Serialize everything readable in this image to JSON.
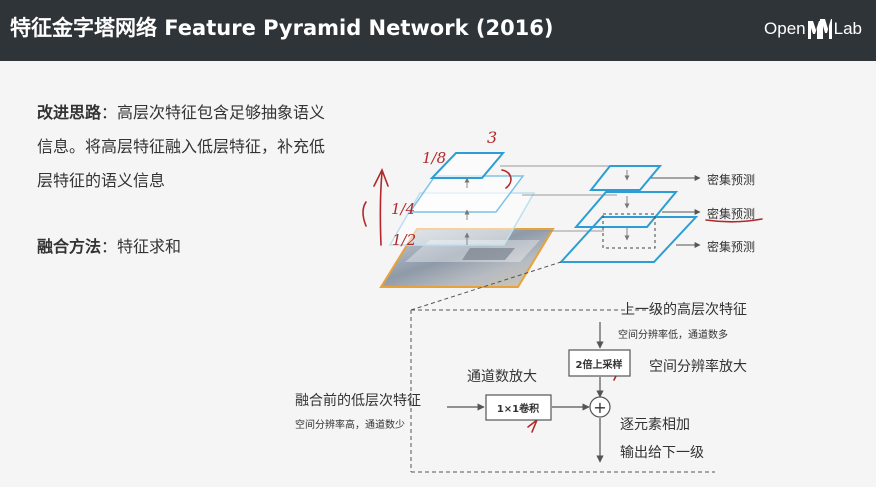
{
  "header": {
    "title": "特征金字塔网络 Feature Pyramid Network (2016)",
    "logo_left": "Open",
    "logo_right": "Lab"
  },
  "left_text": {
    "idea_label": "改进思路",
    "idea_line1": "：高层次特征包含足够抽象语义",
    "idea_line2": "信息。将高层特征融入低层特征，补充低",
    "idea_line3": "层特征的语义信息",
    "method_label": "融合方法",
    "method_text": "：特征求和"
  },
  "pyramid": {
    "predictions": [
      "密集预测",
      "密集预测",
      "密集预测"
    ],
    "handwritten_scales": [
      "1/8",
      "1/4",
      "1/2"
    ],
    "handwritten_mark": "3"
  },
  "detail": {
    "upper_title": "上一级的高层次特征",
    "upper_sub": "空间分辨率低，通道数多",
    "upsample_box": "2倍上采样",
    "upsample_note": "空间分辨率放大",
    "channel_note": "通道数放大",
    "conv_box": "1×1卷积",
    "lower_title": "融合前的低层次特征",
    "lower_sub": "空间分辨率高，通道数少",
    "sum_symbol": "+",
    "sum_note": "逐元素相加",
    "output_note": "输出给下一级"
  },
  "colors": {
    "header_bg": "#2f3438",
    "slide_bg": "#f4f5f4",
    "layer_blue": "#2c9ed4",
    "image_border": "#e8a23c",
    "ink_red": "#b2282c"
  }
}
